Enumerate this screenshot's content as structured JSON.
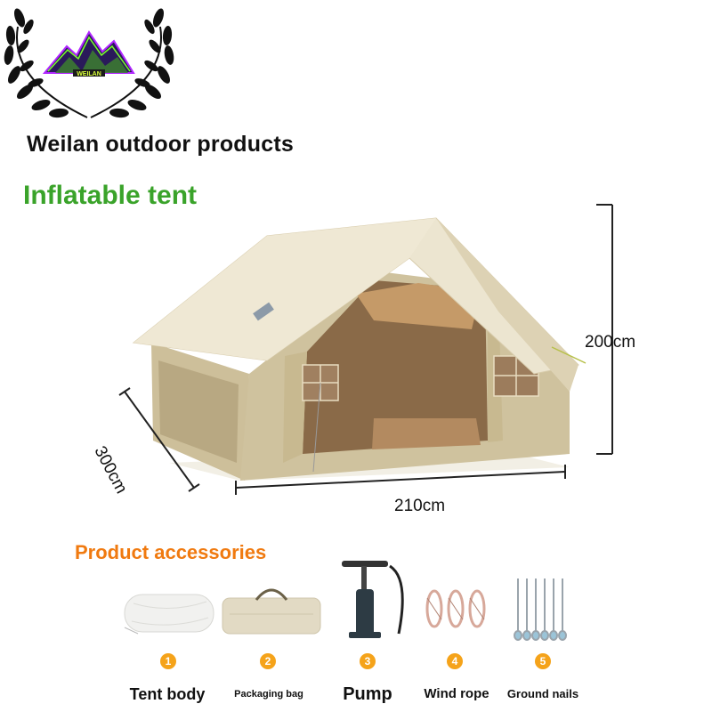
{
  "brand": {
    "logo_icon": "mountain-laurel-logo-icon",
    "logo_text": "WEILAN",
    "name": "Weilan outdoor products"
  },
  "product": {
    "title": "Inflatable tent",
    "image_icon": "inflatable-tent-photo",
    "dimensions": {
      "height": "200cm",
      "width": "210cm",
      "depth": "300cm"
    }
  },
  "accessories": {
    "title": "Product accessories",
    "items": [
      {
        "number": "1",
        "label": "Tent body",
        "icon": "tent-body-bag-icon"
      },
      {
        "number": "2",
        "label": "Packaging bag",
        "icon": "packaging-bag-icon"
      },
      {
        "number": "3",
        "label": "Pump",
        "icon": "pump-icon"
      },
      {
        "number": "4",
        "label": "Wind rope",
        "icon": "wind-rope-icon"
      },
      {
        "number": "5",
        "label": "Ground nails",
        "icon": "ground-nails-icon"
      }
    ]
  },
  "colors": {
    "brand_text": "#111111",
    "title_green": "#3aa32a",
    "accessories_orange": "#f07a10",
    "badge": "#f5a31a"
  }
}
